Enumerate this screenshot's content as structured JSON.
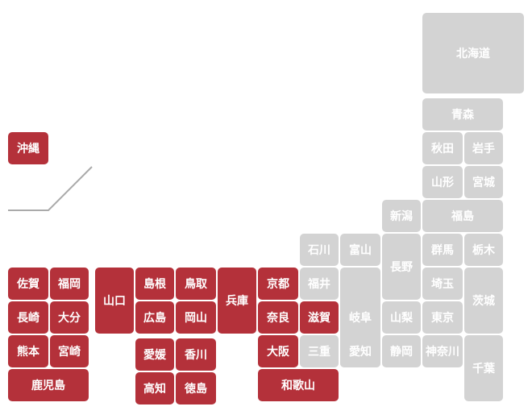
{
  "colors": {
    "selected": "#b4313a",
    "unselected": "#d3d3d3",
    "label": "#ffffff",
    "divider": "#aaaaaa"
  },
  "prefectures": [
    {
      "id": "hokkaido",
      "label": "北海道",
      "selected": false
    },
    {
      "id": "aomori",
      "label": "青森",
      "selected": false
    },
    {
      "id": "akita",
      "label": "秋田",
      "selected": false
    },
    {
      "id": "iwate",
      "label": "岩手",
      "selected": false
    },
    {
      "id": "yamagata",
      "label": "山形",
      "selected": false
    },
    {
      "id": "miyagi",
      "label": "宮城",
      "selected": false
    },
    {
      "id": "niigata",
      "label": "新潟",
      "selected": false
    },
    {
      "id": "fukushima",
      "label": "福島",
      "selected": false
    },
    {
      "id": "ishikawa",
      "label": "石川",
      "selected": false
    },
    {
      "id": "toyama",
      "label": "富山",
      "selected": false
    },
    {
      "id": "nagano",
      "label": "長野",
      "selected": false
    },
    {
      "id": "gunma",
      "label": "群馬",
      "selected": false
    },
    {
      "id": "tochigi",
      "label": "栃木",
      "selected": false
    },
    {
      "id": "fukui",
      "label": "福井",
      "selected": false
    },
    {
      "id": "gifu",
      "label": "岐阜",
      "selected": false
    },
    {
      "id": "saitama",
      "label": "埼玉",
      "selected": false
    },
    {
      "id": "ibaraki",
      "label": "茨城",
      "selected": false
    },
    {
      "id": "yamanashi",
      "label": "山梨",
      "selected": false
    },
    {
      "id": "tokyo",
      "label": "東京",
      "selected": false
    },
    {
      "id": "mie",
      "label": "三重",
      "selected": false
    },
    {
      "id": "aichi",
      "label": "愛知",
      "selected": false
    },
    {
      "id": "shizuoka",
      "label": "静岡",
      "selected": false
    },
    {
      "id": "kanagawa",
      "label": "神奈川",
      "selected": false
    },
    {
      "id": "chiba",
      "label": "千葉",
      "selected": false
    },
    {
      "id": "okinawa",
      "label": "沖縄",
      "selected": true
    },
    {
      "id": "saga",
      "label": "佐賀",
      "selected": true
    },
    {
      "id": "fukuoka",
      "label": "福岡",
      "selected": true
    },
    {
      "id": "yamaguchi",
      "label": "山口",
      "selected": true
    },
    {
      "id": "shimane",
      "label": "島根",
      "selected": true
    },
    {
      "id": "tottori",
      "label": "鳥取",
      "selected": true
    },
    {
      "id": "hyogo",
      "label": "兵庫",
      "selected": true
    },
    {
      "id": "kyoto",
      "label": "京都",
      "selected": true
    },
    {
      "id": "nagasaki",
      "label": "長崎",
      "selected": true
    },
    {
      "id": "oita",
      "label": "大分",
      "selected": true
    },
    {
      "id": "hiroshima",
      "label": "広島",
      "selected": true
    },
    {
      "id": "okayama",
      "label": "岡山",
      "selected": true
    },
    {
      "id": "nara",
      "label": "奈良",
      "selected": true
    },
    {
      "id": "shiga",
      "label": "滋賀",
      "selected": true
    },
    {
      "id": "kumamoto",
      "label": "熊本",
      "selected": true
    },
    {
      "id": "miyazaki",
      "label": "宮崎",
      "selected": true
    },
    {
      "id": "ehime",
      "label": "愛媛",
      "selected": true
    },
    {
      "id": "kagawa",
      "label": "香川",
      "selected": true
    },
    {
      "id": "osaka",
      "label": "大阪",
      "selected": true
    },
    {
      "id": "kagoshima",
      "label": "鹿児島",
      "selected": true
    },
    {
      "id": "kochi",
      "label": "高知",
      "selected": true
    },
    {
      "id": "tokushima",
      "label": "徳島",
      "selected": true
    },
    {
      "id": "wakayama",
      "label": "和歌山",
      "selected": true
    }
  ]
}
